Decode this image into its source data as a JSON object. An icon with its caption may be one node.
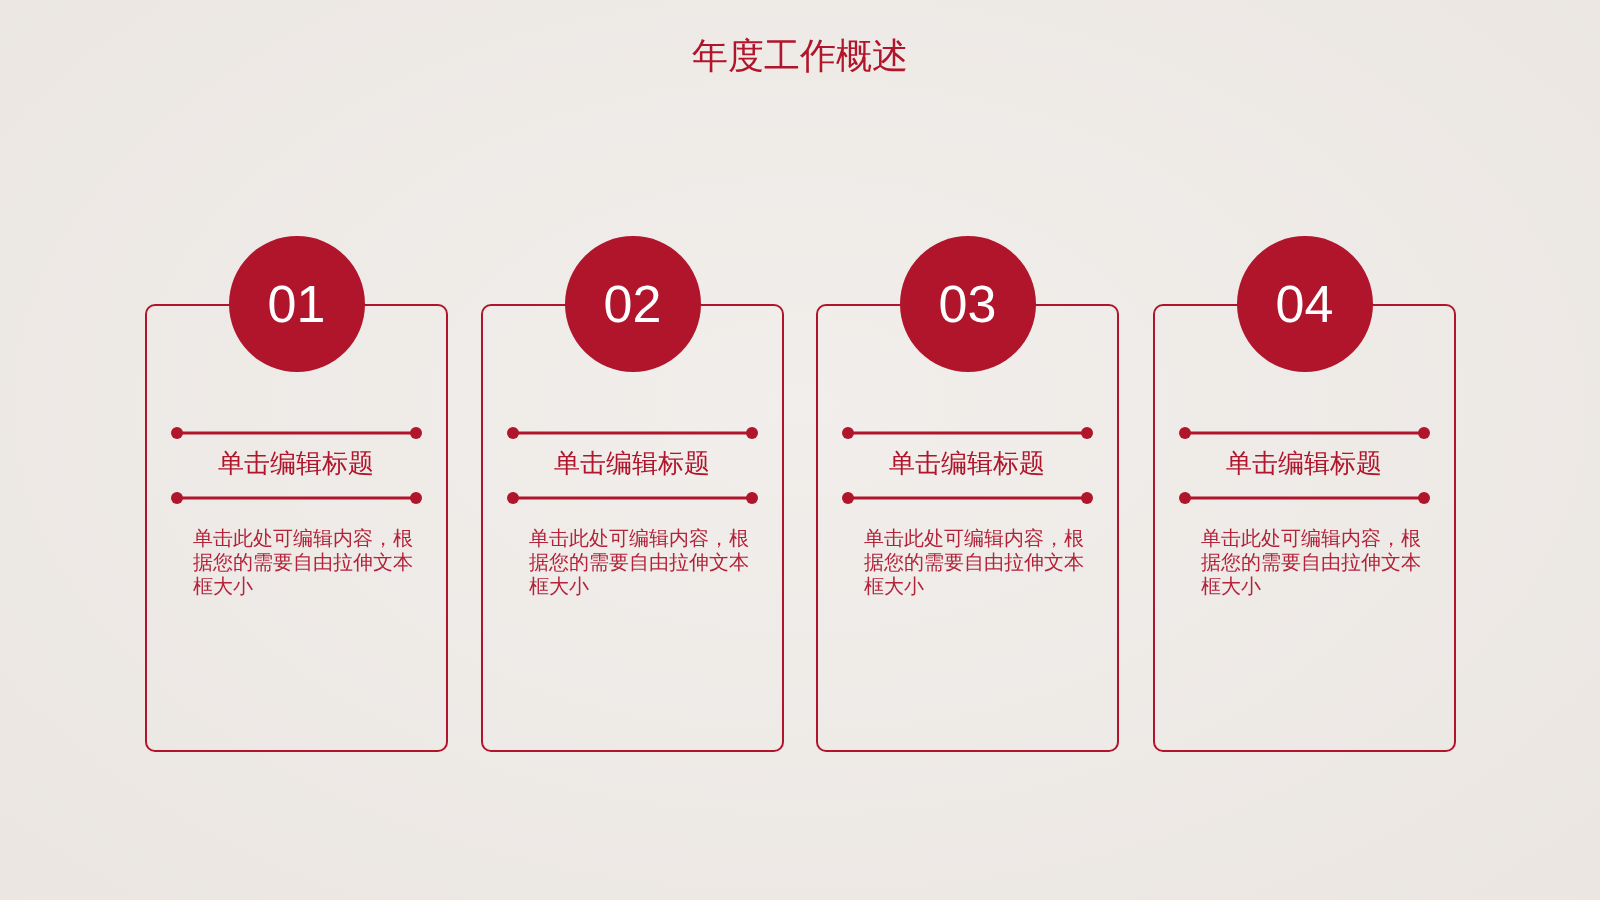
{
  "diagram": {
    "title": "年度工作概述",
    "nodes": [
      {
        "text": [
          "01"
        ]
      },
      {
        "text": [
          "单击编辑标题",
          "单击此处可编辑内容，根据您的需要自由拉伸文本框大小"
        ]
      },
      {
        "text": [
          "02"
        ]
      },
      {
        "text": [
          "单击编辑标题",
          "单击此处可编辑内容，根据您的需要自由拉伸文本框大小"
        ]
      },
      {
        "text": [
          "03"
        ]
      },
      {
        "text": [
          "单击编辑标题",
          "单击此处可编辑内容，根据您的需要自由拉伸文本框大小"
        ]
      },
      {
        "text": [
          "04"
        ]
      },
      {
        "text": [
          "单击编辑标题",
          "单击此处可编辑内容，根据您的需要自由拉伸文本框大小"
        ]
      }
    ]
  }
}
